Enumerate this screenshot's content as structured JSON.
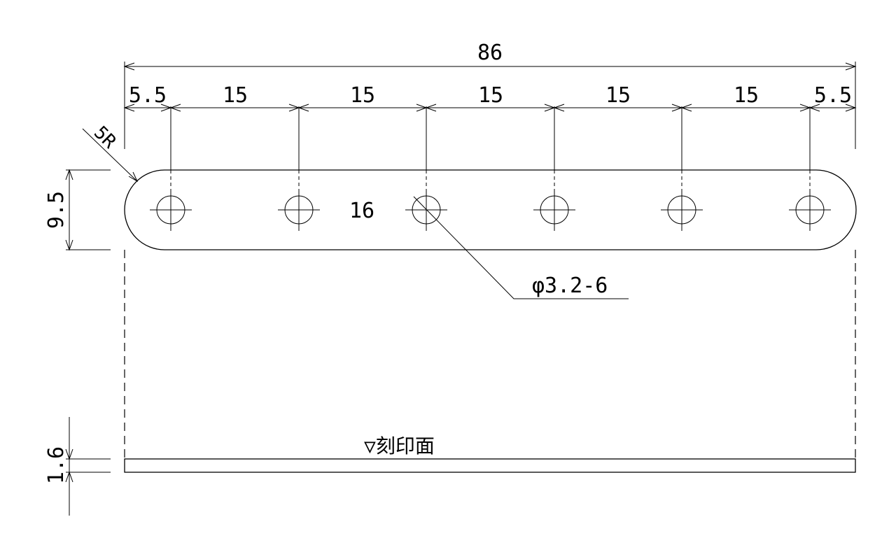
{
  "dimensions": {
    "overall_length": "86",
    "end_offset_left": "5.5",
    "end_offset_right": "5.5",
    "hole_pitches": [
      "15",
      "15",
      "15",
      "15",
      "15"
    ],
    "plate_width": "9.5",
    "plate_thickness": "1.6",
    "end_radius": "5R",
    "middle_label": "16",
    "hole_callout": "φ3.2-6"
  },
  "notes": {
    "engraving_surface": "▽刻印面"
  },
  "holes": {
    "count": 6
  }
}
